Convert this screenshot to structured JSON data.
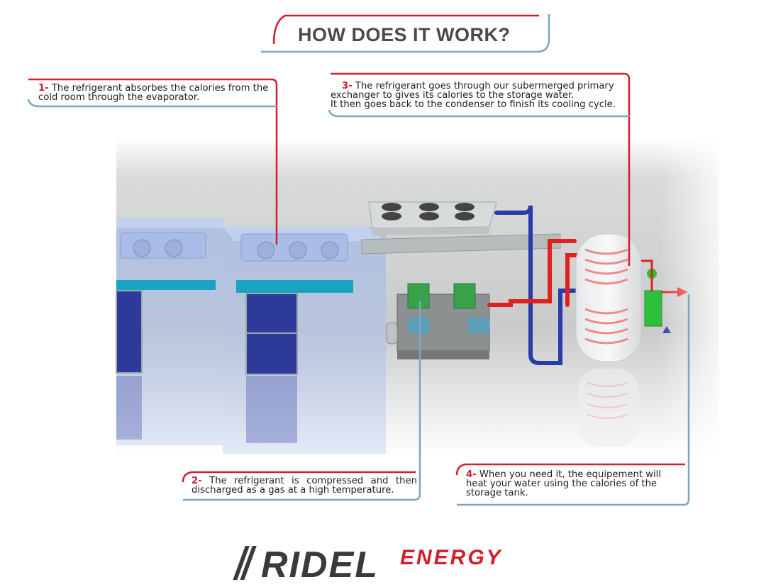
{
  "title": "HOW DOES IT WORK?",
  "steps": [
    {
      "number": "1-",
      "text": "The refrigerant absorbes the calories from the cold room through the evaporator."
    },
    {
      "number": "2-",
      "text": "The refrigerant is compressed and then discharged as a gas at a high temperature."
    },
    {
      "number": "3-",
      "text": "The refrigerant goes through our subermerged primary exchanger to gives its calories to the storage water.",
      "text_line2": "It then goes back to the condenser to finish its cooling cycle."
    },
    {
      "number": "4-",
      "text": "When you need it, the equipement will heat your water using the calories of the storage tank."
    }
  ],
  "logo": {
    "word1": "RIDEL",
    "word2": "ENERGY"
  },
  "colors": {
    "red": "#d0202e",
    "blue": "#7aa6c2",
    "pipe_red": "#e0201e",
    "pipe_blue": "#2a3aa8",
    "door_blue": "#2e3a9a",
    "coil": "#f08a8a",
    "green": "#2fbf3a"
  }
}
